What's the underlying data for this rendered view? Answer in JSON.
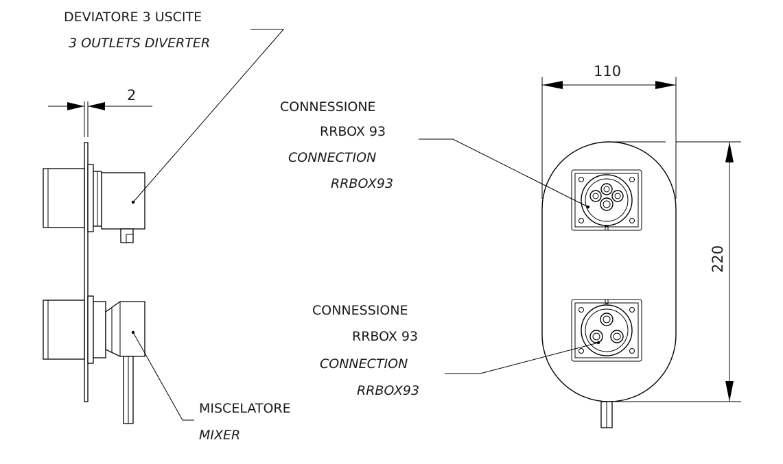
{
  "labels": {
    "diverter_it": "DEVIATORE 3 USCITE",
    "diverter_en": "3 OUTLETS DIVERTER",
    "mixer_it": "MISCELATORE",
    "mixer_en": "MIXER",
    "conn_top_it_1": "CONNESSIONE",
    "conn_top_it_2": "RRBOX 93",
    "conn_top_en_1": "CONNECTION",
    "conn_top_en_2": "RRBOX93",
    "conn_bottom_it_1": "CONNESSIONE",
    "conn_bottom_it_2": "RRBOX 93",
    "conn_bottom_en_1": "CONNECTION",
    "conn_bottom_en_2": "RRBOX93"
  },
  "dimensions": {
    "plate_thickness": "2",
    "width": "110",
    "height": "220"
  }
}
